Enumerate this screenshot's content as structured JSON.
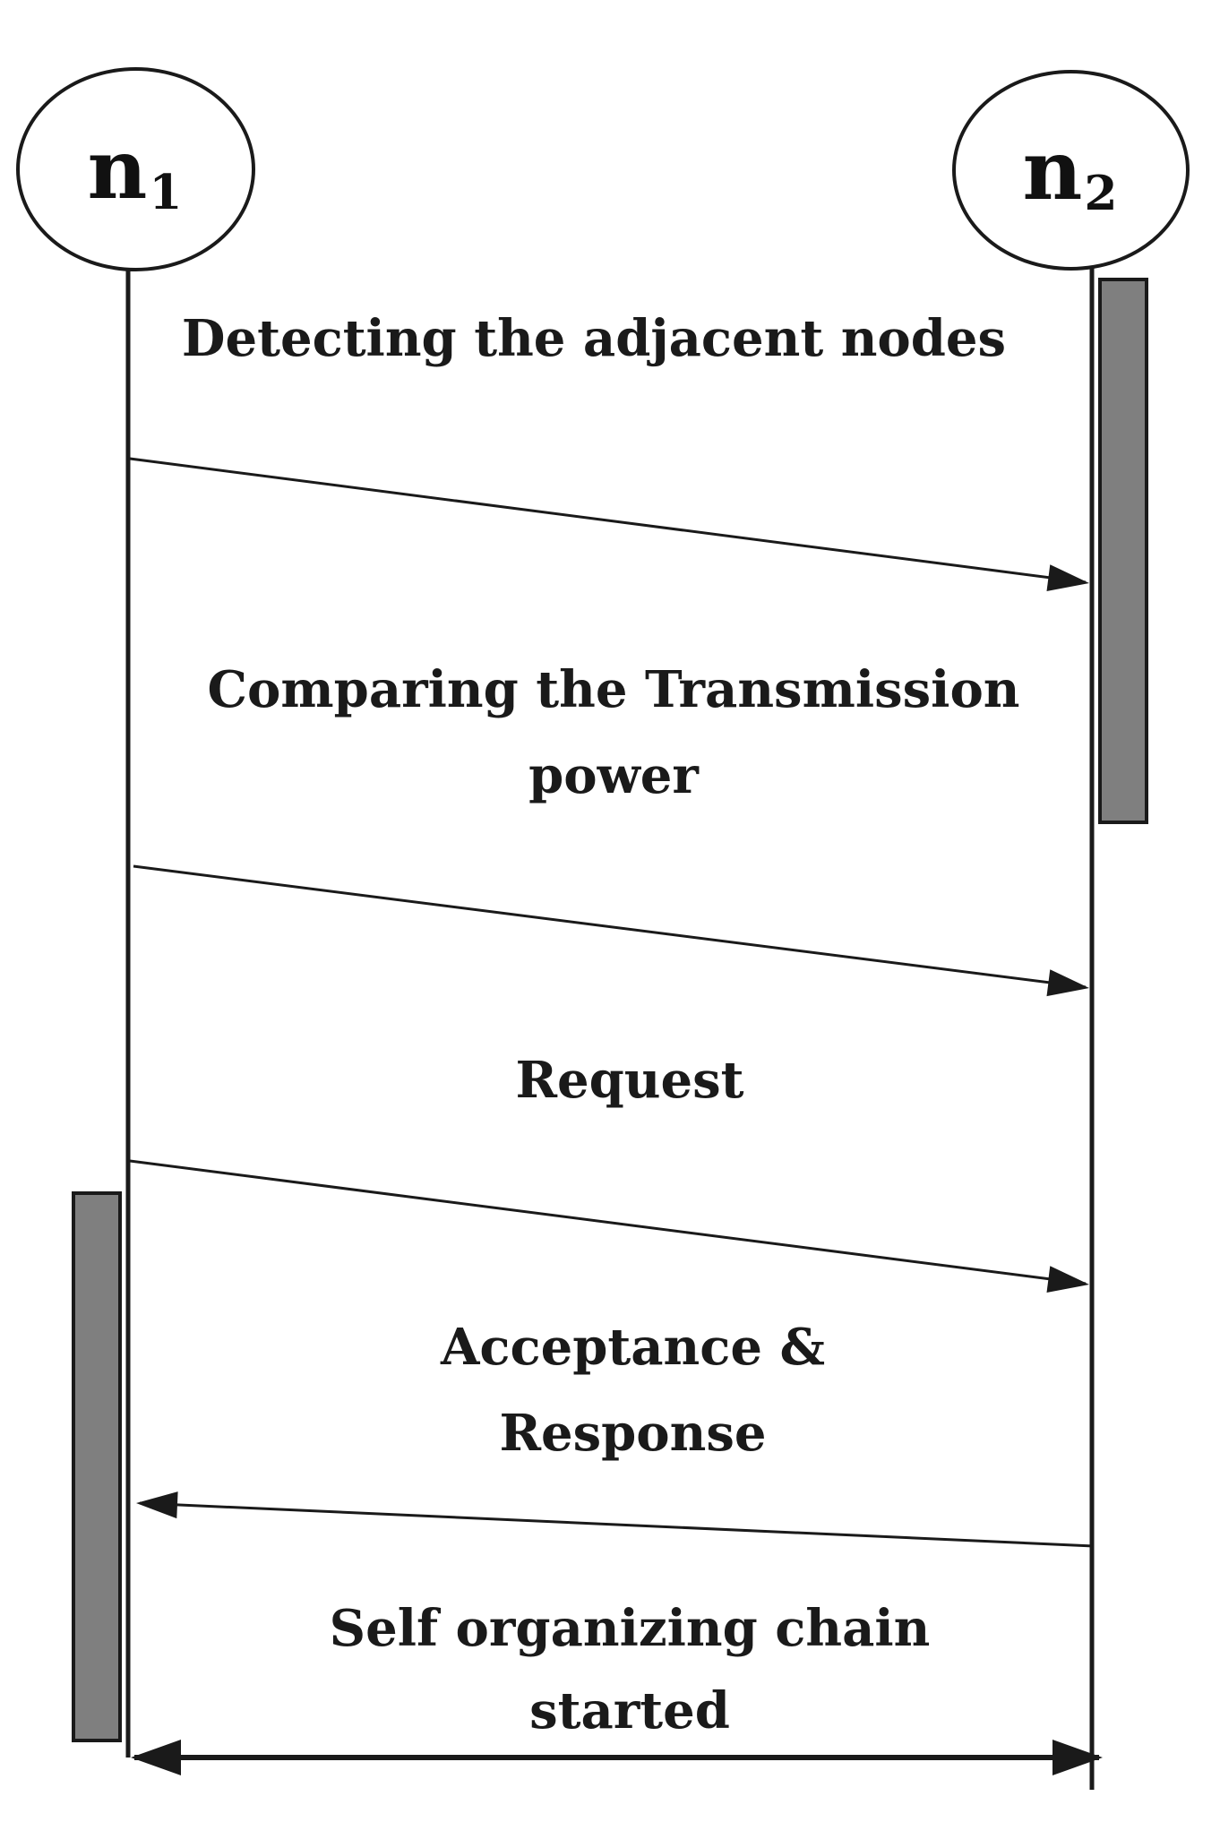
{
  "colors": {
    "line": "#1a1a1a",
    "activation_fill": "#7f7f7f",
    "activation_border": "#1a1a1a",
    "background": "#ffffff",
    "text": "#1a1a1a"
  },
  "diagram": {
    "type": "sequence-diagram",
    "actors": [
      {
        "name": "n",
        "subscript": "1"
      },
      {
        "name": "n",
        "subscript": "2"
      }
    ],
    "messages": [
      {
        "lines": [
          "Detecting the adjacent nodes"
        ],
        "from": "n1",
        "to": "n2",
        "bidirectional": false
      },
      {
        "lines": [
          "Comparing the Transmission",
          "power"
        ],
        "from": "n1",
        "to": "n2",
        "bidirectional": false
      },
      {
        "lines": [
          "Request"
        ],
        "from": "n1",
        "to": "n2",
        "bidirectional": false
      },
      {
        "lines": [
          "Acceptance &",
          "Response"
        ],
        "from": "n2",
        "to": "n1",
        "bidirectional": false
      },
      {
        "lines": [
          "Self organizing chain",
          "started"
        ],
        "from": "n1",
        "to": "n2",
        "bidirectional": true
      }
    ]
  }
}
